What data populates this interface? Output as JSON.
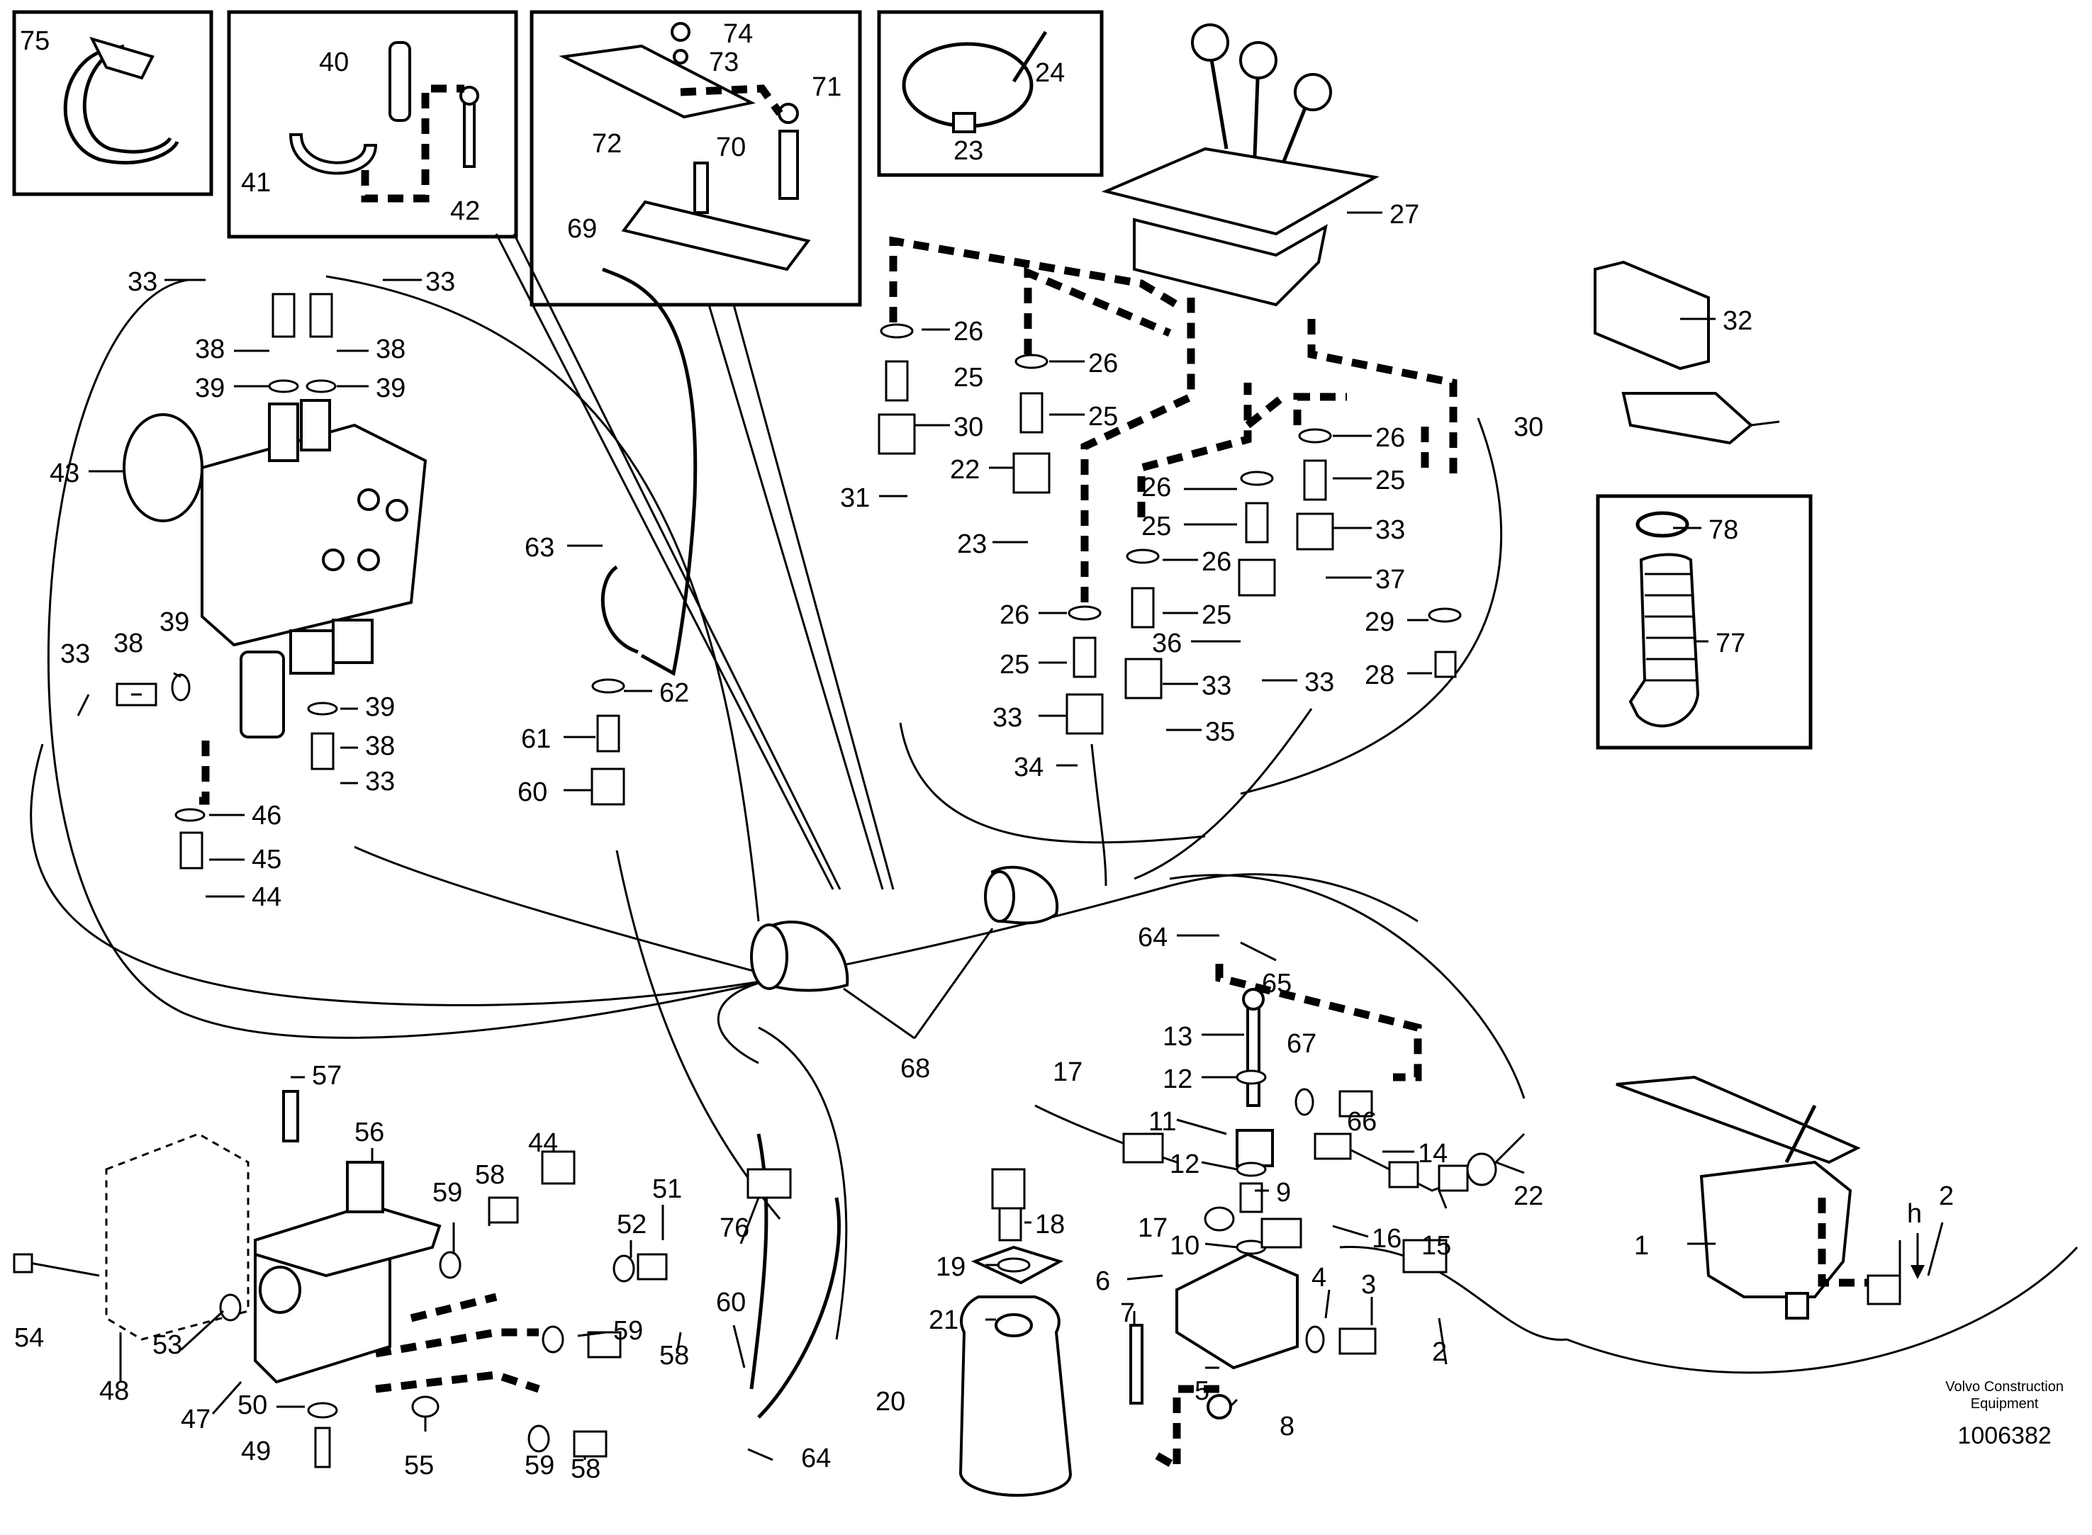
{
  "diagram": {
    "callouts": [
      {
        "id": "75",
        "label": "75"
      },
      {
        "id": "40",
        "label": "40"
      },
      {
        "id": "41",
        "label": "41"
      },
      {
        "id": "42",
        "label": "42"
      },
      {
        "id": "74",
        "label": "74"
      },
      {
        "id": "73",
        "label": "73"
      },
      {
        "id": "71",
        "label": "71"
      },
      {
        "id": "72",
        "label": "72"
      },
      {
        "id": "70",
        "label": "70"
      },
      {
        "id": "69",
        "label": "69"
      },
      {
        "id": "24",
        "label": "24"
      },
      {
        "id": "23-inset",
        "label": "23"
      },
      {
        "id": "27",
        "label": "27"
      },
      {
        "id": "32",
        "label": "32"
      },
      {
        "id": "30-right",
        "label": "30"
      },
      {
        "id": "33-top-left",
        "label": "33"
      },
      {
        "id": "33-top-right",
        "label": "33"
      },
      {
        "id": "38-left",
        "label": "38"
      },
      {
        "id": "38-right",
        "label": "38"
      },
      {
        "id": "39-left",
        "label": "39"
      },
      {
        "id": "39-right",
        "label": "39"
      },
      {
        "id": "43",
        "label": "43"
      },
      {
        "id": "63",
        "label": "63"
      },
      {
        "id": "33-mid-left",
        "label": "33"
      },
      {
        "id": "38-mid",
        "label": "38"
      },
      {
        "id": "39-mid",
        "label": "39"
      },
      {
        "id": "39-lower",
        "label": "39"
      },
      {
        "id": "38-lower",
        "label": "38"
      },
      {
        "id": "33-lower",
        "label": "33"
      },
      {
        "id": "46",
        "label": "46"
      },
      {
        "id": "45",
        "label": "45"
      },
      {
        "id": "44",
        "label": "44"
      },
      {
        "id": "62",
        "label": "62"
      },
      {
        "id": "61",
        "label": "61"
      },
      {
        "id": "60-mid",
        "label": "60"
      },
      {
        "id": "26-a",
        "label": "26"
      },
      {
        "id": "25-a",
        "label": "25"
      },
      {
        "id": "30-mid",
        "label": "30"
      },
      {
        "id": "31",
        "label": "31"
      },
      {
        "id": "26-b",
        "label": "26"
      },
      {
        "id": "25-b",
        "label": "25"
      },
      {
        "id": "22-mid",
        "label": "22"
      },
      {
        "id": "23-mid",
        "label": "23"
      },
      {
        "id": "26-c",
        "label": "26"
      },
      {
        "id": "25-c",
        "label": "25"
      },
      {
        "id": "33-c",
        "label": "33"
      },
      {
        "id": "34",
        "label": "34"
      },
      {
        "id": "26-d",
        "label": "26"
      },
      {
        "id": "25-d",
        "label": "25"
      },
      {
        "id": "26-e",
        "label": "26"
      },
      {
        "id": "25-e",
        "label": "25"
      },
      {
        "id": "33-e",
        "label": "33"
      },
      {
        "id": "35",
        "label": "35"
      },
      {
        "id": "26-f",
        "label": "26"
      },
      {
        "id": "25-f",
        "label": "25"
      },
      {
        "id": "33-f",
        "label": "33"
      },
      {
        "id": "37",
        "label": "37"
      },
      {
        "id": "36",
        "label": "36"
      },
      {
        "id": "33-g",
        "label": "33"
      },
      {
        "id": "29",
        "label": "29"
      },
      {
        "id": "28",
        "label": "28"
      },
      {
        "id": "78",
        "label": "78"
      },
      {
        "id": "77",
        "label": "77"
      },
      {
        "id": "68",
        "label": "68"
      },
      {
        "id": "64-top",
        "label": "64"
      },
      {
        "id": "65",
        "label": "65"
      },
      {
        "id": "13",
        "label": "13"
      },
      {
        "id": "12-top",
        "label": "12"
      },
      {
        "id": "67",
        "label": "67"
      },
      {
        "id": "66",
        "label": "66"
      },
      {
        "id": "11",
        "label": "11"
      },
      {
        "id": "14",
        "label": "14"
      },
      {
        "id": "12-bottom",
        "label": "12"
      },
      {
        "id": "9",
        "label": "9"
      },
      {
        "id": "17-top",
        "label": "17"
      },
      {
        "id": "17-bottom",
        "label": "17"
      },
      {
        "id": "16",
        "label": "16"
      },
      {
        "id": "15",
        "label": "15"
      },
      {
        "id": "22-right",
        "label": "22"
      },
      {
        "id": "18",
        "label": "18"
      },
      {
        "id": "10",
        "label": "10"
      },
      {
        "id": "19",
        "label": "19"
      },
      {
        "id": "6",
        "label": "6"
      },
      {
        "id": "4",
        "label": "4"
      },
      {
        "id": "3",
        "label": "3"
      },
      {
        "id": "21",
        "label": "21"
      },
      {
        "id": "7",
        "label": "7"
      },
      {
        "id": "2-bottom",
        "label": "2"
      },
      {
        "id": "20",
        "label": "20"
      },
      {
        "id": "5",
        "label": "5"
      },
      {
        "id": "8",
        "label": "8"
      },
      {
        "id": "1",
        "label": "1"
      },
      {
        "id": "h",
        "label": "h"
      },
      {
        "id": "2-right",
        "label": "2"
      },
      {
        "id": "57",
        "label": "57"
      },
      {
        "id": "56",
        "label": "56"
      },
      {
        "id": "59-a",
        "label": "59"
      },
      {
        "id": "58-a",
        "label": "58"
      },
      {
        "id": "44-b",
        "label": "44"
      },
      {
        "id": "51",
        "label": "51"
      },
      {
        "id": "52",
        "label": "52"
      },
      {
        "id": "76",
        "label": "76"
      },
      {
        "id": "60-bottom",
        "label": "60"
      },
      {
        "id": "59-b",
        "label": "59"
      },
      {
        "id": "58-b",
        "label": "58"
      },
      {
        "id": "54",
        "label": "54"
      },
      {
        "id": "53",
        "label": "53"
      },
      {
        "id": "48",
        "label": "48"
      },
      {
        "id": "47",
        "label": "47"
      },
      {
        "id": "50",
        "label": "50"
      },
      {
        "id": "49",
        "label": "49"
      },
      {
        "id": "55",
        "label": "55"
      },
      {
        "id": "59-c",
        "label": "59"
      },
      {
        "id": "58-c",
        "label": "58"
      },
      {
        "id": "64-bottom",
        "label": "64"
      }
    ]
  },
  "footer": {
    "brand_line1": "Volvo Construction",
    "brand_line2": "Equipment",
    "doc_number": "1006382"
  }
}
